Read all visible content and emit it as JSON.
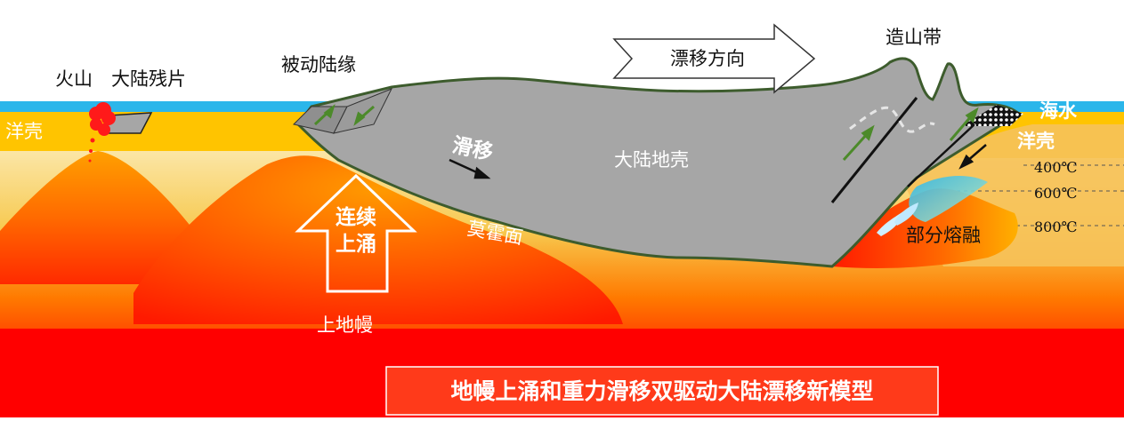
{
  "labels": {
    "volcano": "火山",
    "continental_fragment": "大陆残片",
    "oceanic_crust_left": "洋壳",
    "passive_margin": "被动陆缘",
    "drift_direction": "漂移方向",
    "orogenic_belt": "造山带",
    "seawater": "海水",
    "oceanic_crust_right": "洋壳",
    "slide": "滑移",
    "continental_crust": "大陆地壳",
    "upwelling_line1": "连续",
    "upwelling_line2": "上涌",
    "moho": "莫霍面",
    "upper_mantle": "上地幔",
    "partial_melting": "部分熔融",
    "temp_400": "400℃",
    "temp_600": "600℃",
    "temp_800": "800℃"
  },
  "title": "地幔上涌和重力滑移双驱动大陆漂移新模型",
  "colors": {
    "sea": "#2bb6ea",
    "oceanic_crust": "#ffc400",
    "continental_crust": "#a6a6a6",
    "mantle": "#ff0000",
    "upwelling": "#ff7a00",
    "title_box": "#ff3a1a"
  }
}
